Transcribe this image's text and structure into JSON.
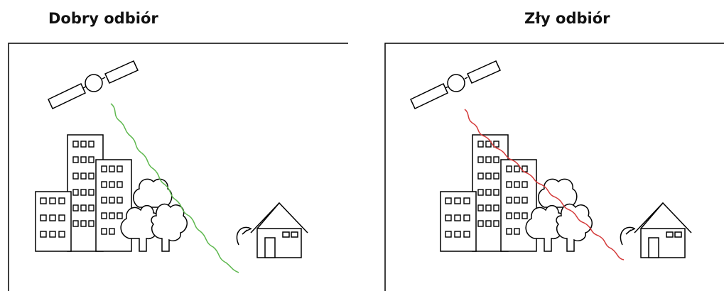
{
  "panels": [
    {
      "title": "Dobry odbiór",
      "signal": "unobstructed",
      "signal_color": "#5fb84f"
    },
    {
      "title": "Zły odbiór",
      "signal": "obstructed",
      "signal_color": "#d43b3b"
    }
  ],
  "icons": [
    "satellite-icon",
    "buildings-icon",
    "trees-icon",
    "house-icon",
    "satellite-dish-icon"
  ]
}
